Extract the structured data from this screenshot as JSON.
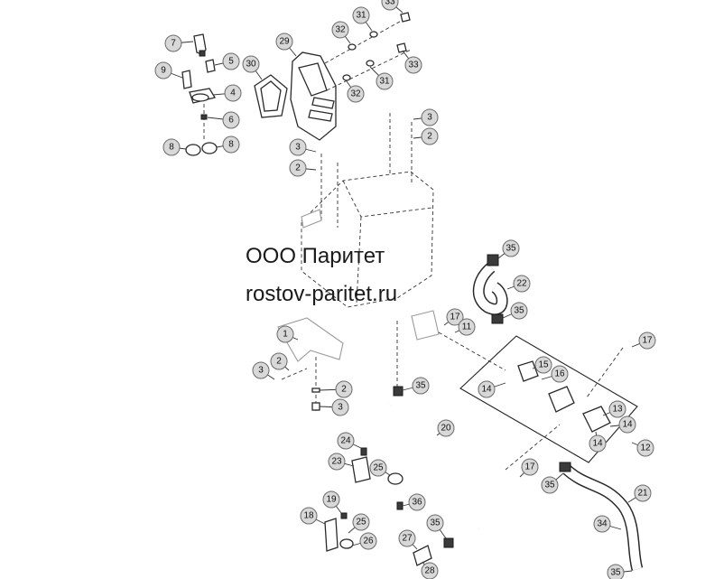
{
  "watermark": {
    "company": "ООО Паритет",
    "site": "rostov-paritet.ru"
  },
  "callouts": {
    "c1": "1",
    "c2": "2",
    "c3": "3",
    "c4": "4",
    "c5": "5",
    "c6": "6",
    "c7": "7",
    "c8": "8",
    "c9": "9",
    "c11": "11",
    "c12": "12",
    "c13": "13",
    "c14": "14",
    "c15": "15",
    "c16": "16",
    "c17": "17",
    "c18": "18",
    "c19": "19",
    "c20": "20",
    "c21": "21",
    "c22": "22",
    "c23": "23",
    "c24": "24",
    "c25": "25",
    "c26": "26",
    "c27": "27",
    "c28": "28",
    "c29": "29",
    "c30": "30",
    "c31": "31",
    "c32": "32",
    "c33": "33",
    "c34": "34",
    "c35": "35",
    "c36": "36"
  }
}
